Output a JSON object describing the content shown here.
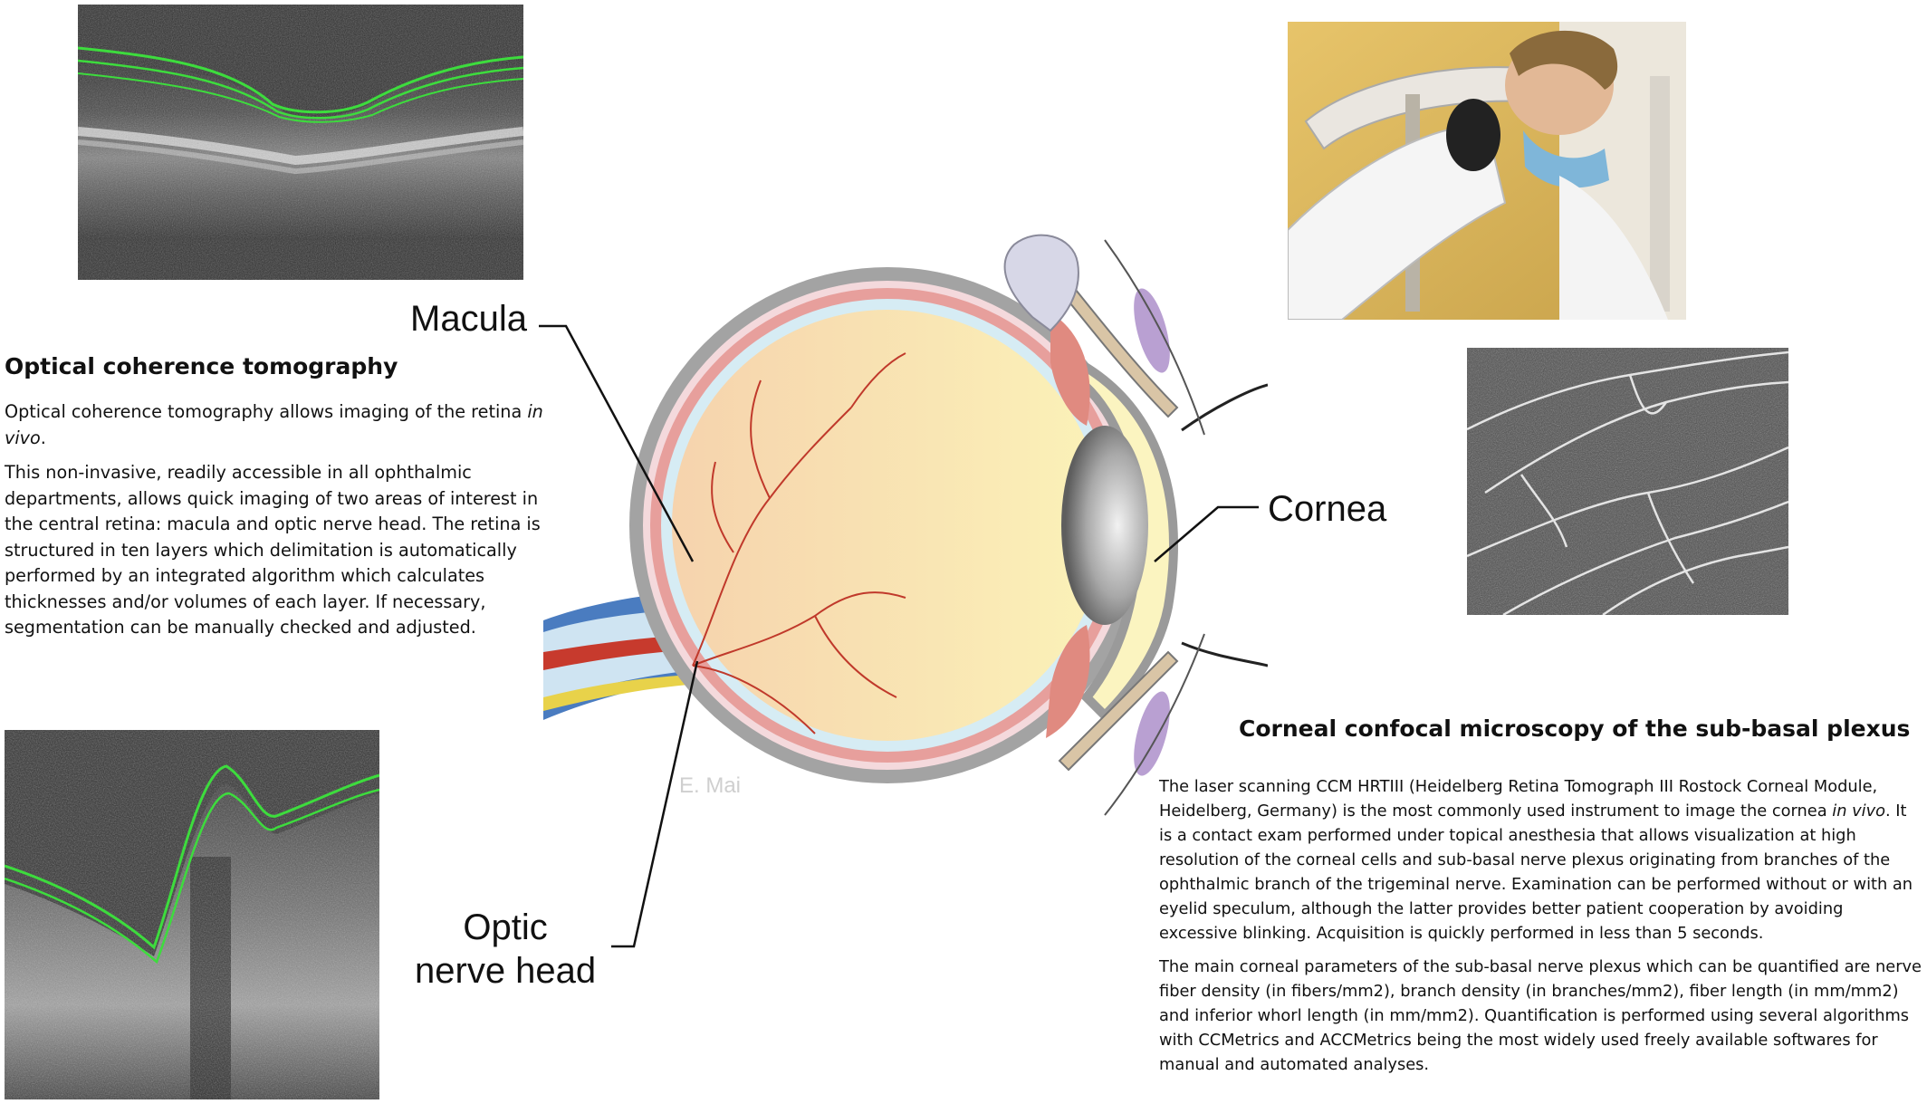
{
  "labels": {
    "macula": "Macula",
    "cornea": "Cornea",
    "optic_line1": "Optic",
    "optic_line2": "nerve head",
    "watermark": "E. Mai"
  },
  "oct": {
    "title": "Optical coherence tomography",
    "p1_before": "Optical coherence tomography allows imaging of the retina ",
    "p1_em": "in vivo",
    "p1_after": ".",
    "p2": "This non-invasive, readily accessible in all ophthalmic departments, allows quick imaging of two areas of interest in the central retina: macula and optic nerve head. The retina is structured in ten layers which delimitation is automatically performed by an integrated algorithm which calculates thicknesses and/or volumes of each layer. If necessary, segmentation can be manually checked and adjusted."
  },
  "ccm": {
    "title": "Corneal confocal microscopy of the sub-basal plexus",
    "p1_before": "The laser scanning CCM HRTIII (Heidelberg Retina Tomograph III Rostock Corneal Module, Heidelberg, Germany) is the most commonly used instrument to image the cornea ",
    "p1_em": "in vivo",
    "p1_after": ". It is a contact exam performed under topical anesthesia that allows visualization at high resolution of the corneal cells and sub-basal nerve plexus originating from branches of the ophthalmic branch of the trigeminal nerve. Examination can be performed without or with an eyelid speculum, although the latter provides better patient cooperation by avoiding excessive blinking. Acquisition is quickly performed in less than 5 seconds.",
    "p2": "The main corneal parameters of the sub-basal nerve plexus which can be quantified are nerve fiber density (in fibers/mm2), branch density (in branches/mm2), fiber length (in mm/mm2) and inferior whorl length (in mm/mm2). Quantification is performed using several algorithms with CCMetrics and ACCMetrics being the most widely used freely available softwares for manual and automated analyses."
  },
  "colors": {
    "segmentation": "#3ddc3d",
    "retina": "#e8a3a0",
    "sclera": "#9d9d9d",
    "vitreous_left": "#f6d3ad",
    "vitreous_right": "#fbf2b8",
    "nerve_blue": "#3b6fb5",
    "vessel": "#c0392b"
  }
}
